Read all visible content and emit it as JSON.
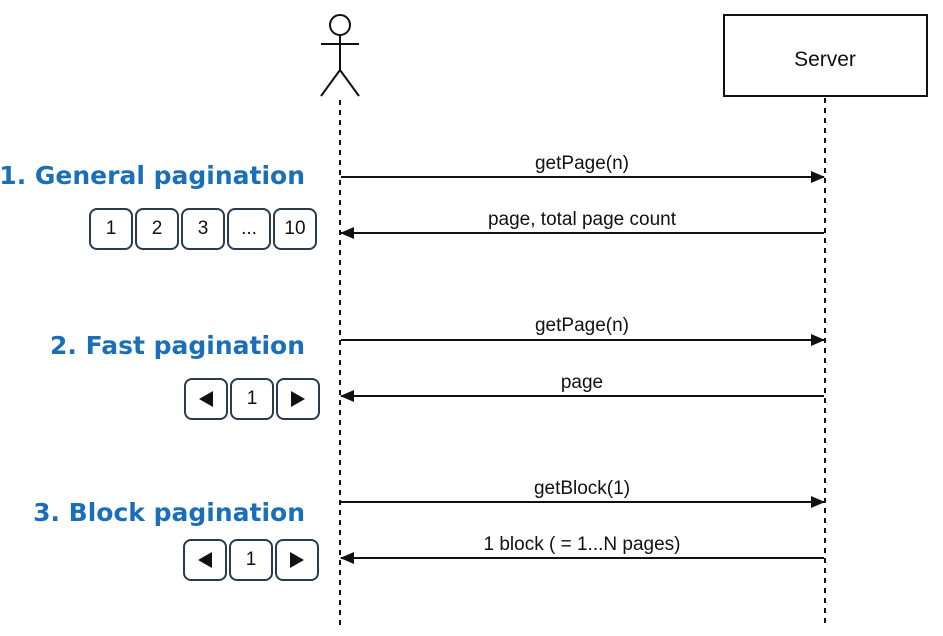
{
  "participants": {
    "server": "Server"
  },
  "sections": [
    {
      "title": "1. General pagination",
      "request": "getPage(n)",
      "response": "page, total page count",
      "pager": [
        "1",
        "2",
        "3",
        "...",
        "10"
      ]
    },
    {
      "title": "2. Fast pagination",
      "request": "getPage(n)",
      "response": "page",
      "pager": [
        "1"
      ]
    },
    {
      "title": "3. Block pagination",
      "request": "getBlock(1)",
      "response": "1 block ( = 1...N pages)",
      "pager": [
        "1"
      ]
    }
  ],
  "colors": {
    "title": "#1a6fb8",
    "line": "#111111",
    "button_border": "#2a3b4f"
  },
  "icons": {
    "actor": "stick-figure-icon",
    "prev": "triangle-left-icon",
    "next": "triangle-right-icon"
  }
}
